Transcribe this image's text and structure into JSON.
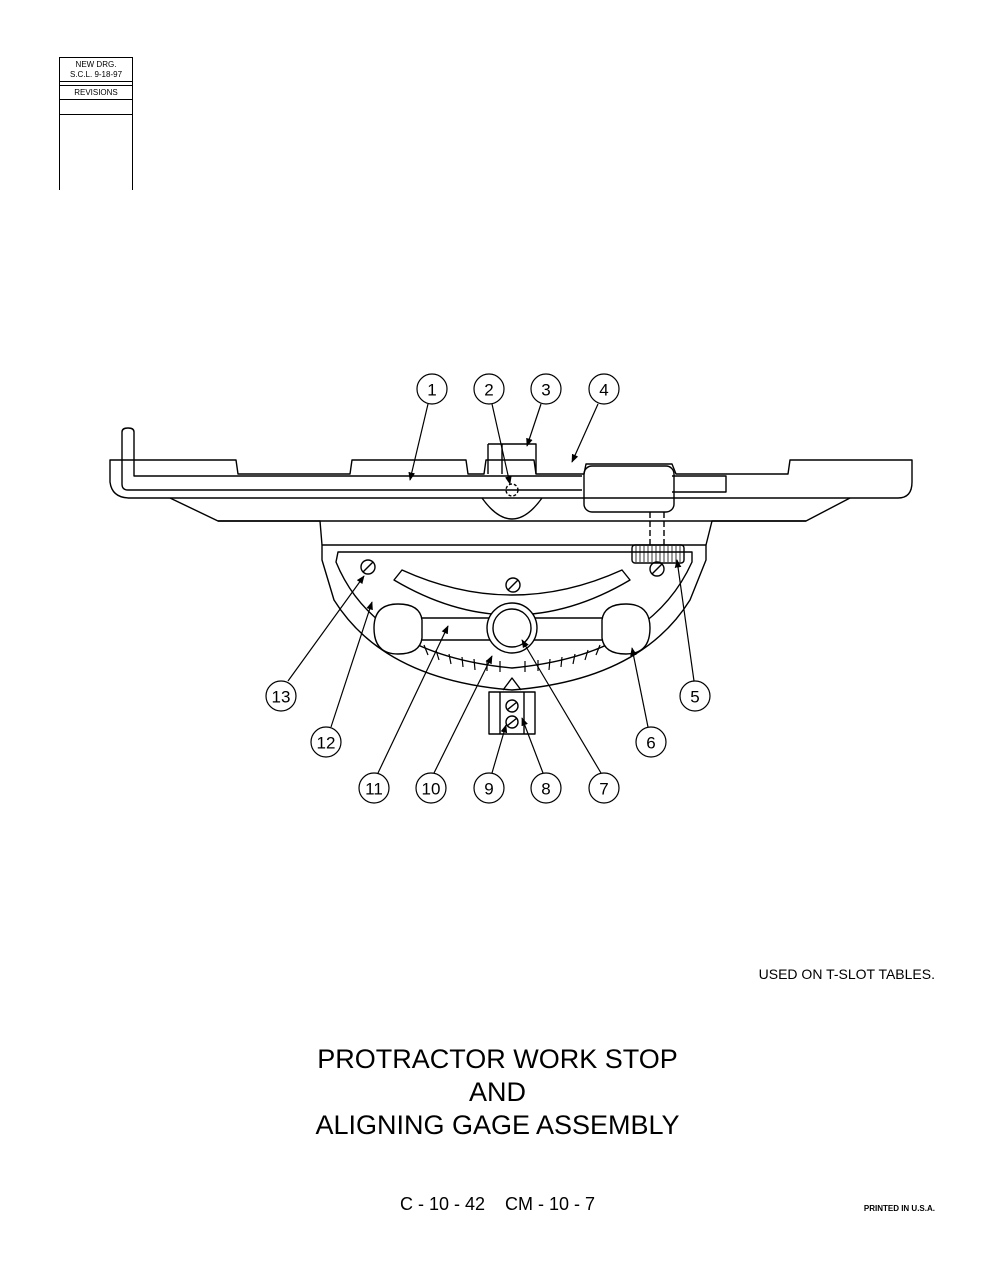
{
  "revision_block": {
    "line1": "NEW DRG.",
    "line2": "S.C.L.  9-18-97",
    "header": "REVISIONS"
  },
  "callouts": [
    "1",
    "2",
    "3",
    "4",
    "5",
    "6",
    "7",
    "8",
    "9",
    "10",
    "11",
    "12",
    "13"
  ],
  "note": "USED ON T-SLOT TABLES.",
  "title": {
    "line1": "PROTRACTOR WORK STOP",
    "line2": "AND",
    "line3": "ALIGNING GAGE ASSEMBLY"
  },
  "drawing_number": "C - 10 - 42    CM - 10 - 7",
  "printed": "PRINTED IN U.S.A."
}
